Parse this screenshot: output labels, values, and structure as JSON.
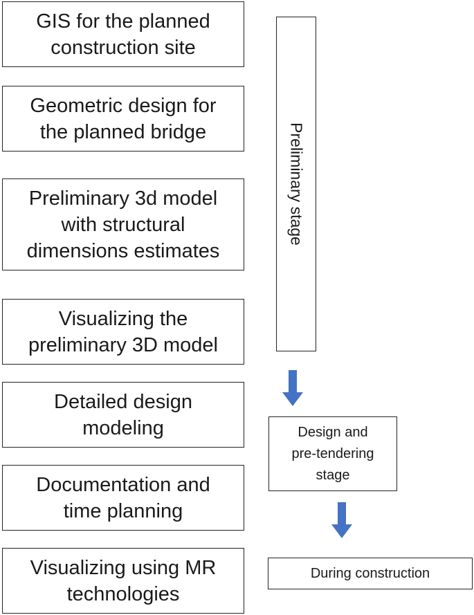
{
  "steps": [
    "GIS for the planned\nconstruction site",
    "Geometric design for\nthe planned bridge",
    "Preliminary 3d model\nwith structural\ndimensions estimates",
    "Visualizing the\npreliminary 3D model",
    "Detailed design\nmodeling",
    "Documentation and\ntime planning",
    "Visualizing using MR\ntechnologies"
  ],
  "stages": {
    "preliminary": "Preliminary stage",
    "design": "Design and\npre-tendering\nstage",
    "construction": "During construction"
  },
  "colors": {
    "arrow": "#4472c4",
    "border": "#222222"
  },
  "icons": [
    "down-arrow-icon",
    "down-arrow-icon"
  ]
}
